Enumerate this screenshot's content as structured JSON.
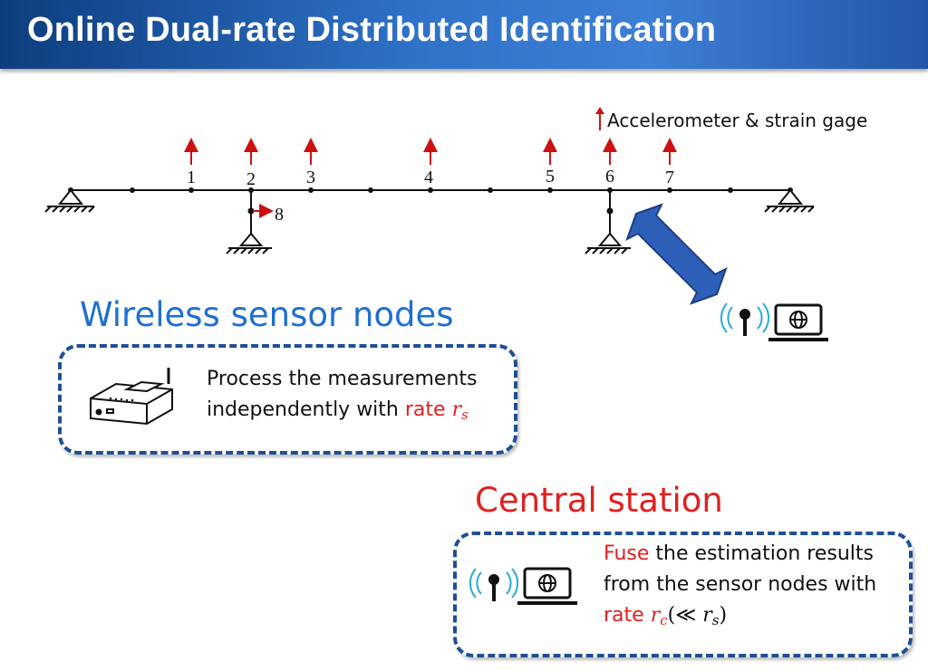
{
  "slide": {
    "title": "Online Dual-rate Distributed Identification"
  },
  "legend": {
    "label": "Accelerometer & strain gage"
  },
  "structure": {
    "node_labels": [
      "1",
      "2",
      "3",
      "4",
      "5",
      "6",
      "7",
      "8"
    ]
  },
  "wireless_section": {
    "title": "Wireless sensor nodes",
    "line1": "Process the measurements",
    "line2_prefix": "independently with ",
    "rate_word": "rate ",
    "rate_symbol": "r",
    "rate_sub": "s"
  },
  "central_section": {
    "title": "Central station",
    "line1_highlight": "Fuse",
    "line1_rest": " the estimation results",
    "line2": "from the sensor nodes with",
    "rate_word": "rate ",
    "rate_symbol": "r",
    "rate_sub": "c",
    "rate_relation_open": "(≪ ",
    "rate_relation_symbol": "r",
    "rate_relation_sub": "s",
    "rate_relation_close": ")"
  },
  "colors": {
    "title_bar": "#2f72c8",
    "wireless_title": "#1f6fd0",
    "central_title": "#e02020",
    "sensor_arrow": "#cc1111",
    "link_arrow": "#2e5fb8",
    "dashed_border": "#1f4f96"
  },
  "icons": [
    "sensor-node-icon",
    "antenna-icon",
    "laptop-icon",
    "globe-icon",
    "double-arrow-icon"
  ]
}
